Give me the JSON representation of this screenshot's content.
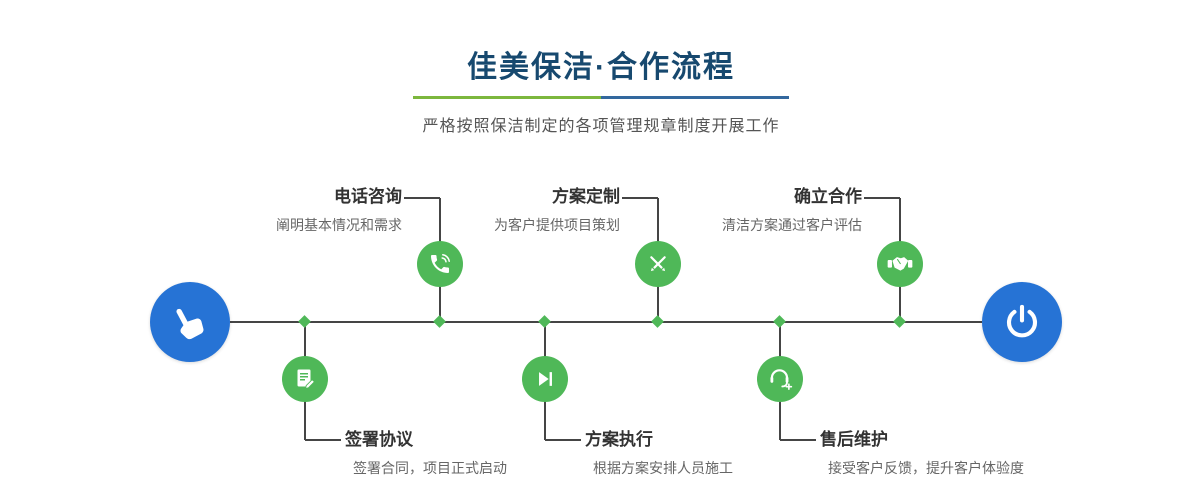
{
  "header": {
    "title": "佳美保洁·合作流程",
    "subtitle": "严格按照保洁制定的各项管理规章制度开展工作"
  },
  "colors": {
    "title_navy": "#17496f",
    "node_green": "#4fb858",
    "node_blue": "#2673d5",
    "line_gray": "#454545",
    "divider_green": "#7cb73d",
    "divider_blue": "#33689e"
  },
  "flow": {
    "start_icon": "pointing-hand-icon",
    "end_icon": "power-icon",
    "top_steps": [
      {
        "title": "电话咨询",
        "desc": "阐明基本情况和需求",
        "icon": "phone-icon"
      },
      {
        "title": "方案定制",
        "desc": "为客户提供项目策划",
        "icon": "design-pens-icon"
      },
      {
        "title": "确立合作",
        "desc": "清洁方案通过客户评估",
        "icon": "handshake-icon"
      }
    ],
    "bottom_steps": [
      {
        "title": "签署协议",
        "desc": "签署合同，项目正式启动",
        "icon": "contract-icon"
      },
      {
        "title": "方案执行",
        "desc": "根据方案安排人员施工",
        "icon": "execute-icon"
      },
      {
        "title": "售后维护",
        "desc": "接受客户反馈，提升客户体验度",
        "icon": "after-sales-icon"
      }
    ]
  }
}
